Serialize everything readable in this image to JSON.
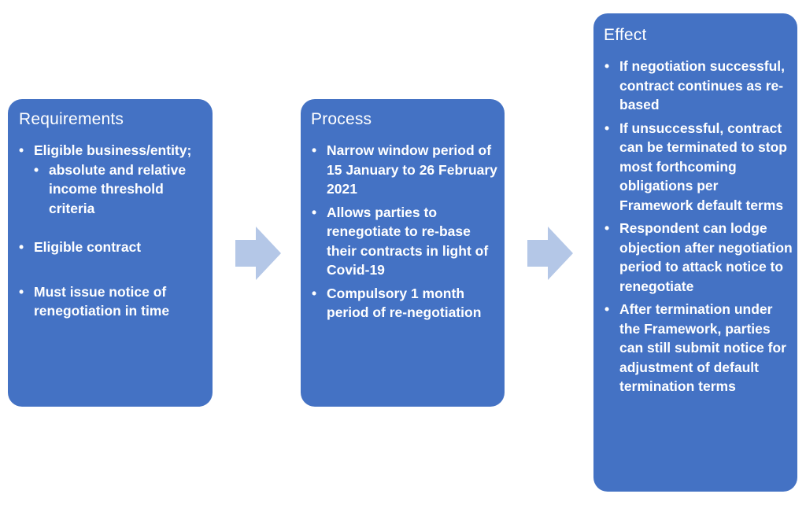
{
  "requirements": {
    "title": "Requirements",
    "bullets": [
      {
        "text": "Eligible business/entity;",
        "sub": [
          "absolute and relative income threshold criteria"
        ]
      },
      {
        "text": "Eligible contract"
      },
      {
        "text": "Must issue notice of renegotiation in time"
      }
    ]
  },
  "process": {
    "title": "Process",
    "bullets": [
      "Narrow window period of 15 January to 26 February 2021",
      "Allows parties to renegotiate to re-base their contracts in light of Covid-19",
      "Compulsory 1 month period of re-negotiation"
    ]
  },
  "effect": {
    "title": "Effect",
    "bullets": [
      "If negotiation successful, contract continues as re-based",
      "If unsuccessful, contract can be terminated to stop most forthcoming obligations per Framework default terms",
      "Respondent can lodge objection after negotiation period to attack notice to renegotiate",
      "After termination under the Framework, parties can still submit notice for adjustment of default termination terms"
    ]
  },
  "colors": {
    "box_fill": "#4472c4",
    "arrow_fill": "#b4c7e7",
    "text": "#ffffff"
  },
  "icons": {
    "bullet": "bullet-dot-icon",
    "arrow": "right-arrow-icon"
  }
}
